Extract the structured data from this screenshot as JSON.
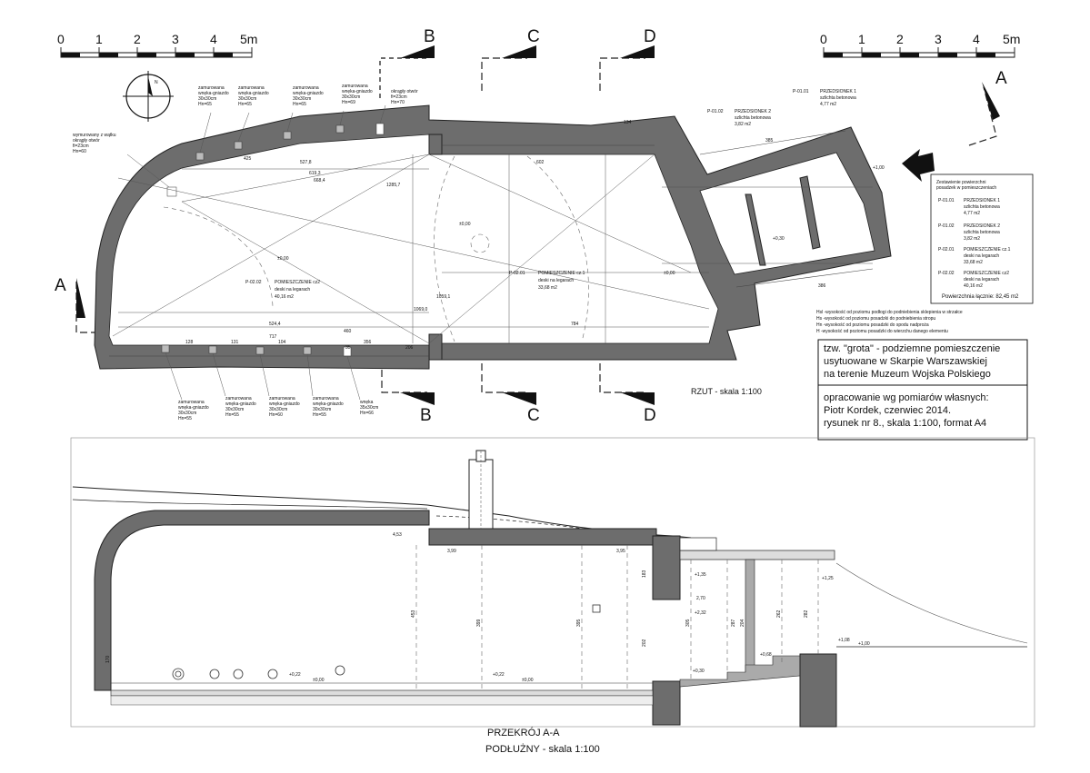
{
  "scale_bar": {
    "ticks": [
      "0",
      "1",
      "2",
      "3",
      "4",
      "5m"
    ]
  },
  "north_arrow": {
    "label": "N"
  },
  "section_marks": {
    "a": "A",
    "b": "B",
    "c": "C",
    "d": "D"
  },
  "plan": {
    "title": "RZUT  - skala 1:100",
    "rooms": [
      {
        "code": "P-02.02",
        "name": "POMIESZCZENIE cz2",
        "floor": "deski na legarach",
        "area": "40,16 m2"
      },
      {
        "code": "P-02.01",
        "name": "POMIESZCZENIE cz.1",
        "floor": "deski na legarach",
        "area": "33,68 m2"
      },
      {
        "code": "P-01.02",
        "name": "PRZEDSIONEK 2",
        "floor": "szlichta betonowa",
        "area": "3,82 m2"
      },
      {
        "code": "P-01.01",
        "name": "PRZEDSIONEK 1",
        "floor": "szlichta betonowa",
        "area": "4,77 m2"
      }
    ],
    "niche_labels_top": [
      {
        "l1": "zamurowana",
        "l2": "wnęka-gniazdo",
        "l3": "30x30cm",
        "l4": "Hn=65"
      },
      {
        "l1": "zamurowana",
        "l2": "wnęka-gniazdo",
        "l3": "30x30cm",
        "l4": "Hn=65"
      },
      {
        "l1": "zamurowana",
        "l2": "wnęka-gniazdo",
        "l3": "30x30cm",
        "l4": "Hn=65"
      },
      {
        "l1": "zamurowana",
        "l2": "wnęka-gniazdo",
        "l3": "30x30cm",
        "l4": "Hn=69"
      },
      {
        "l1": "okrągły otwór",
        "l2": "fi=23cm",
        "l3": "Hn=70",
        "l4": ""
      }
    ],
    "niche_labels_bottom": [
      {
        "l1": "zamurowana",
        "l2": "wnęka-gniazdo",
        "l3": "30x30cm",
        "l4": "Hn=55"
      },
      {
        "l1": "zamurowana",
        "l2": "wnęka-gniazdo",
        "l3": "30x30cm",
        "l4": "Hn=55"
      },
      {
        "l1": "zamurowana",
        "l2": "wnęka-gniazdo",
        "l3": "30x30cm",
        "l4": "Hn=60"
      },
      {
        "l1": "zamurowana",
        "l2": "wnęka-gniazdo",
        "l3": "30x30cm",
        "l4": "Hn=55"
      },
      {
        "l1": "wnęka",
        "l2": "35x30cm",
        "l3": "Hn=66",
        "l4": ""
      }
    ],
    "left_hole_label": {
      "l1": "wymurowany z wątku",
      "l2": "okrągły otwór",
      "l3": "fi=23cm",
      "l4": "Hn=60"
    },
    "dimensions": [
      "527,8",
      "619,3",
      "668,4",
      "1285,7",
      "1059,1",
      "1069,0",
      "524,4",
      "717",
      "460",
      "784",
      "602",
      "425",
      "134",
      "385",
      "386",
      "128",
      "131",
      "104",
      "356",
      "206",
      "35"
    ],
    "elevations": [
      "±0,00",
      "±0,00",
      "±0,00",
      "+0,30",
      "+1,00"
    ]
  },
  "summary_table": {
    "title_l1": "Zestawienie powierzchni",
    "title_l2": "posadzek w pomieszczeniach",
    "rows": [
      {
        "code": "P-01.01",
        "name": "PRZEDSIONEK 1",
        "floor": "szlichta betonowa",
        "area": "4,77 m2"
      },
      {
        "code": "P-01.02",
        "name": "PRZEDSIONEK 2",
        "floor": "szlichta betonowa",
        "area": "3,82 m2"
      },
      {
        "code": "P-02.01",
        "name": "POMIESZCZENIE cz.1",
        "floor": "deski na legarach",
        "area": "33,68 m2"
      },
      {
        "code": "P-02.02",
        "name": "POMIESZCZENIE cz2",
        "floor": "deski na legarach",
        "area": "40,16 m2"
      }
    ],
    "total": "Powierzchnia łącznie: 82,45 m2"
  },
  "legend_notes": [
    "Hsl -wysokość od poziomu podłogi do podniebienia sklepienia w strzałce",
    "Hs -wysokość od poziomu posadzki do podniebienia stropu",
    "Hn -wysokość od poziomu posadzki do spodu nadproża",
    "H -wysokość od poziomu posadzki do wierzchu danego elementu"
  ],
  "title_block": {
    "line1": "tzw. \"grota\" - podziemne pomieszczenie",
    "line2": "usytuowane w Skarpie Warszawskiej",
    "line3": "na terenie Muzeum Wojska Polskiego",
    "line4": "opracowanie wg pomiarów własnych:",
    "line5": "Piotr Kordek, czerwiec 2014.",
    "line6": "rysunek nr 8.,  skala 1:100,  format A4"
  },
  "section": {
    "title": "PRZEKRÓJ  A-A",
    "subtitle": "PODŁUŻNY - skala 1:100",
    "levels": [
      "4,53",
      "3,99",
      "3,95",
      "±0,00",
      "±0,00",
      "+0,22",
      "+0,22",
      "+0,30",
      "+0,68",
      "+1,00",
      "+1,08",
      "+1,35",
      "+1,25",
      "+2,32",
      "2,70"
    ],
    "heights": [
      "453",
      "399",
      "395",
      "170",
      "183",
      "202",
      "305",
      "287",
      "204",
      "262",
      "282"
    ]
  }
}
